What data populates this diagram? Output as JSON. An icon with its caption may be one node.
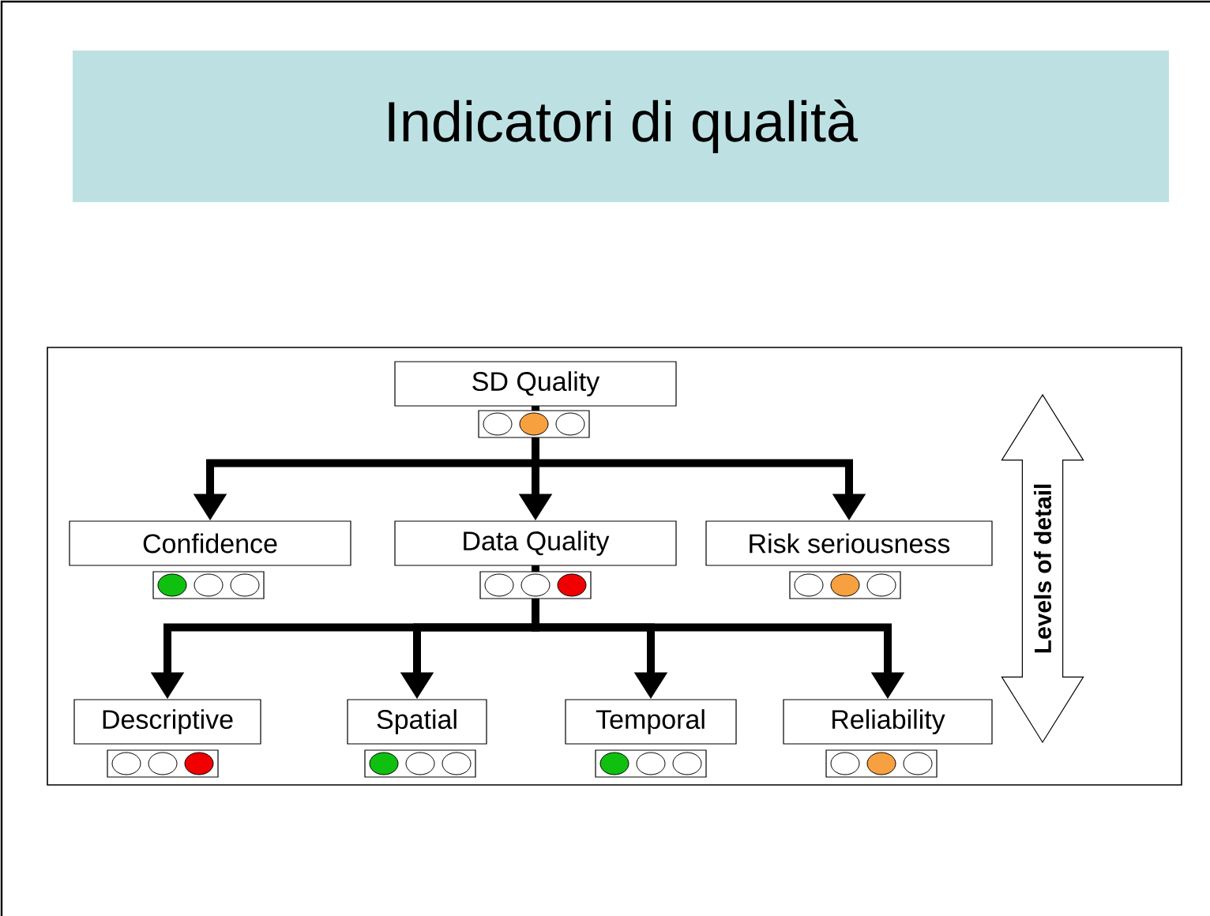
{
  "diagram": {
    "title": "Indicatori di qualità",
    "nodes": [
      {
        "text": [
          "SD Quality"
        ]
      },
      {
        "text": [
          "Confidence"
        ]
      },
      {
        "text": [
          "Data Quality"
        ]
      },
      {
        "text": [
          "Risk seriousness"
        ]
      },
      {
        "text": [
          "Descriptive"
        ]
      },
      {
        "text": [
          "Spatial"
        ]
      },
      {
        "text": [
          "Temporal"
        ]
      },
      {
        "text": [
          "Reliability"
        ]
      },
      {
        "text": [
          "Levels of detail"
        ]
      }
    ],
    "edges": [
      {
        "from": 0,
        "to": 1,
        "arrow": "to"
      },
      {
        "from": 0,
        "to": 2,
        "arrow": "to"
      },
      {
        "from": 0,
        "to": 3,
        "arrow": "to"
      },
      {
        "from": 2,
        "to": 4,
        "arrow": "to"
      },
      {
        "from": 2,
        "to": 5,
        "arrow": "to"
      },
      {
        "from": 2,
        "to": 6,
        "arrow": "to"
      },
      {
        "from": 2,
        "to": 7,
        "arrow": "to"
      }
    ]
  }
}
